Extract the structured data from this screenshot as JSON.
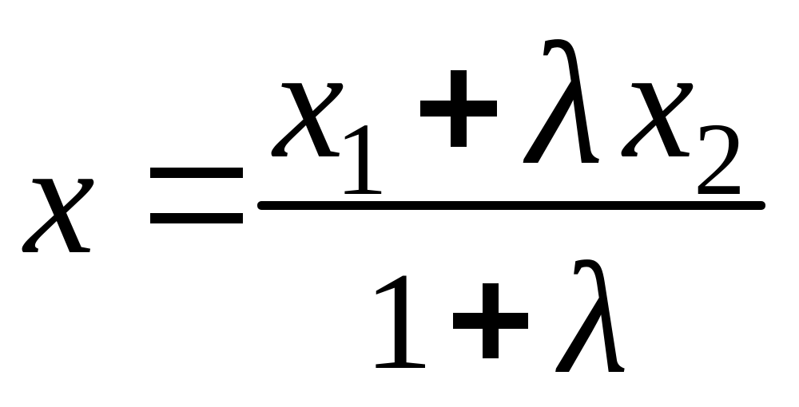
{
  "formula": {
    "lhs": "x",
    "equals": "=",
    "numerator": {
      "term1_var": "x",
      "term1_sub": "1",
      "plus": "+",
      "lambda": "λ",
      "term2_var": "x",
      "term2_sub": "2"
    },
    "denominator": {
      "one": "1",
      "plus": "+",
      "lambda": "λ"
    }
  }
}
